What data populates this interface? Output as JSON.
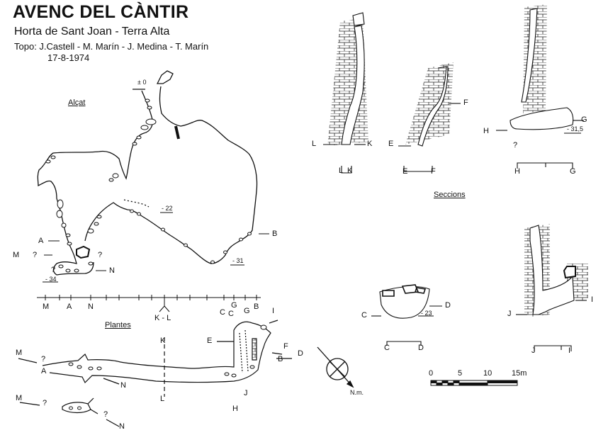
{
  "header": {
    "title": "AVENC DEL CÀNTIR",
    "location": "Horta de Sant Joan - Terra Alta",
    "surveyors": "Topo: J.Castell - M. Marín - J. Medina - T. Marín",
    "date": "17-8-1974"
  },
  "elevation": {
    "heading": "Alçat",
    "depths": {
      "entrance": "± 0",
      "mid": "- 22",
      "right": "- 31",
      "left": "- 34"
    },
    "points": {
      "a": "A",
      "b": "B",
      "m": "M",
      "n": "N",
      "q1": "?",
      "q2": "?",
      "q3": "?"
    }
  },
  "section_axis": {
    "labels": {
      "m": "M",
      "a": "A",
      "n": "N",
      "kl": "K - L",
      "c": "C",
      "g": "G",
      "b": "B"
    }
  },
  "plan": {
    "heading": "Plantes",
    "labels": {
      "m1": "M",
      "a": "A",
      "n1": "N",
      "k": "K",
      "l": "L",
      "c": "C",
      "g": "G",
      "i": "I",
      "e": "E",
      "f": "F",
      "d": "D",
      "b": "B",
      "j": "J",
      "h": "H",
      "m2": "M",
      "n2": "N",
      "q1": "?",
      "q2": "?",
      "q3": "?"
    },
    "north": "N.m."
  },
  "sections": {
    "heading": "Seccions",
    "lk": {
      "left": "L",
      "right": "K",
      "axis_left": "L",
      "axis_right": "K"
    },
    "ef": {
      "left": "E",
      "right": "F",
      "axis_left": "E",
      "axis_right": "F"
    },
    "hg": {
      "left": "H",
      "right": "G",
      "depth": "- 31,5",
      "axis_left": "H",
      "axis_right": "G",
      "q": "?"
    },
    "cd": {
      "left": "C",
      "right": "D",
      "depth": "- 23",
      "axis_left": "C",
      "axis_right": "D"
    },
    "ji": {
      "left": "J",
      "right": "I",
      "axis_left": "J",
      "axis_right": "I"
    }
  },
  "scale": {
    "ticks": [
      "0",
      "5",
      "10",
      "15m"
    ]
  }
}
